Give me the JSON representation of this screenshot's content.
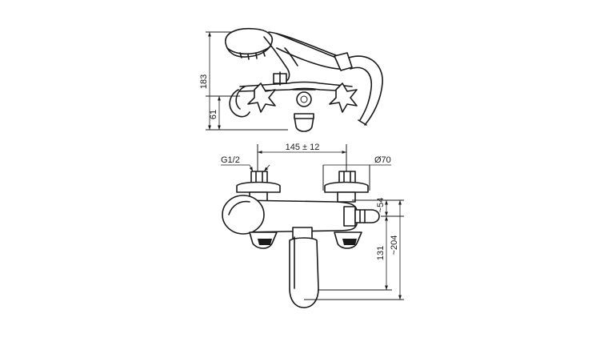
{
  "dimensions": {
    "side_height": "183",
    "side_lower_height": "61",
    "center_distance": "145 ± 12",
    "inlet_thread": "G1/2",
    "flange_diameter": "Ø70",
    "depth_54": "~54",
    "depth_204": "~204",
    "spout_height": "131"
  }
}
